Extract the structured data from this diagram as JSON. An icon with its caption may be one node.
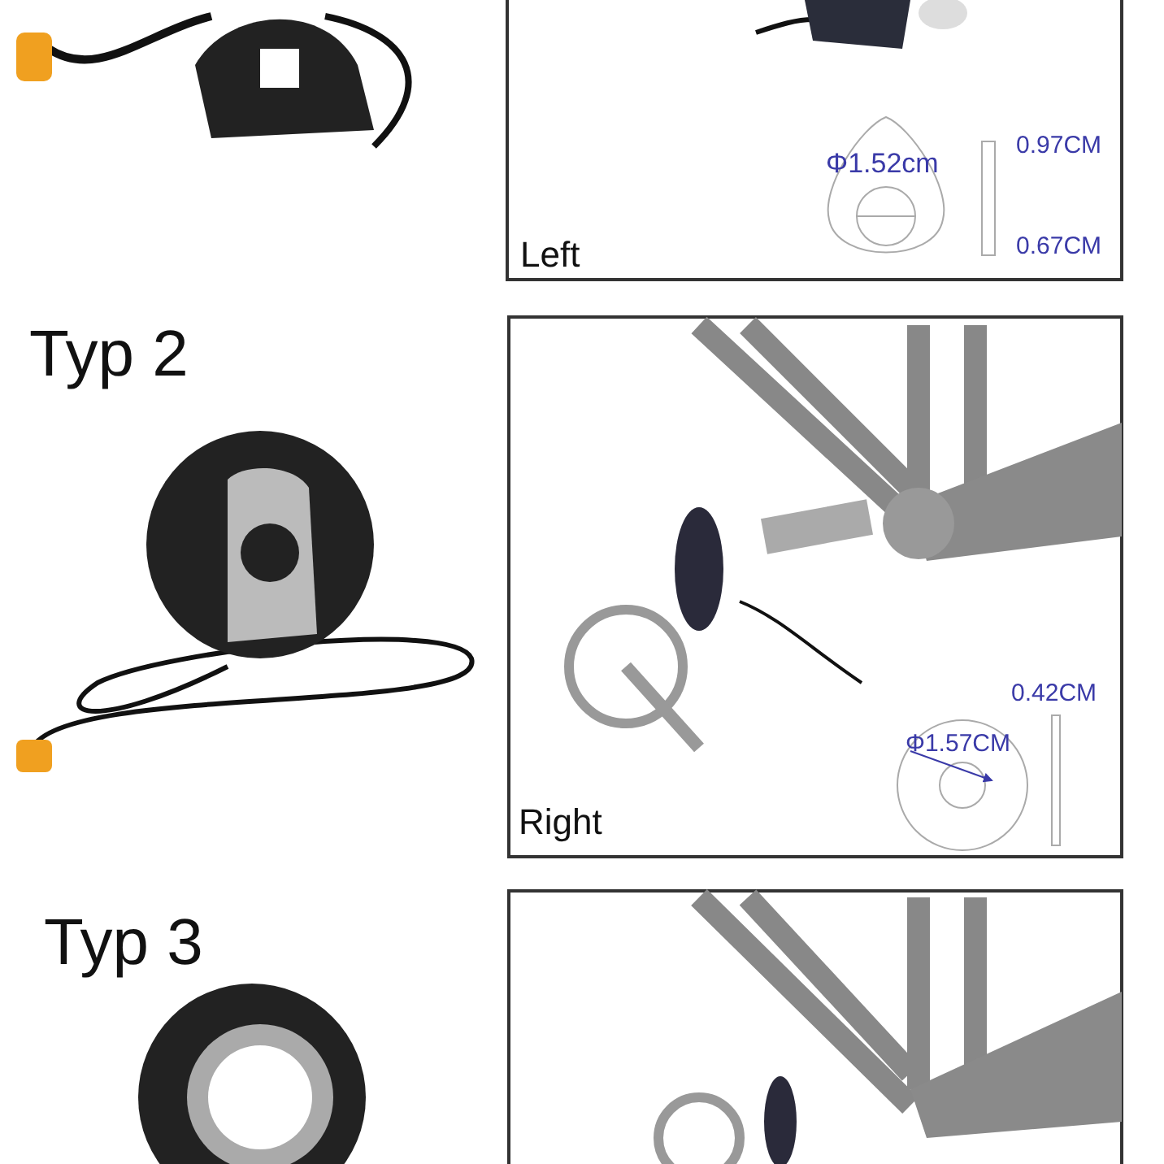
{
  "diagram": {
    "labels": [
      "Φ1.52cm",
      "0.97CM",
      "0.67CM",
      "Left",
      "Typ 2",
      "0.42CM",
      "Φ1.57CM",
      "Right",
      "Typ 3"
    ]
  }
}
